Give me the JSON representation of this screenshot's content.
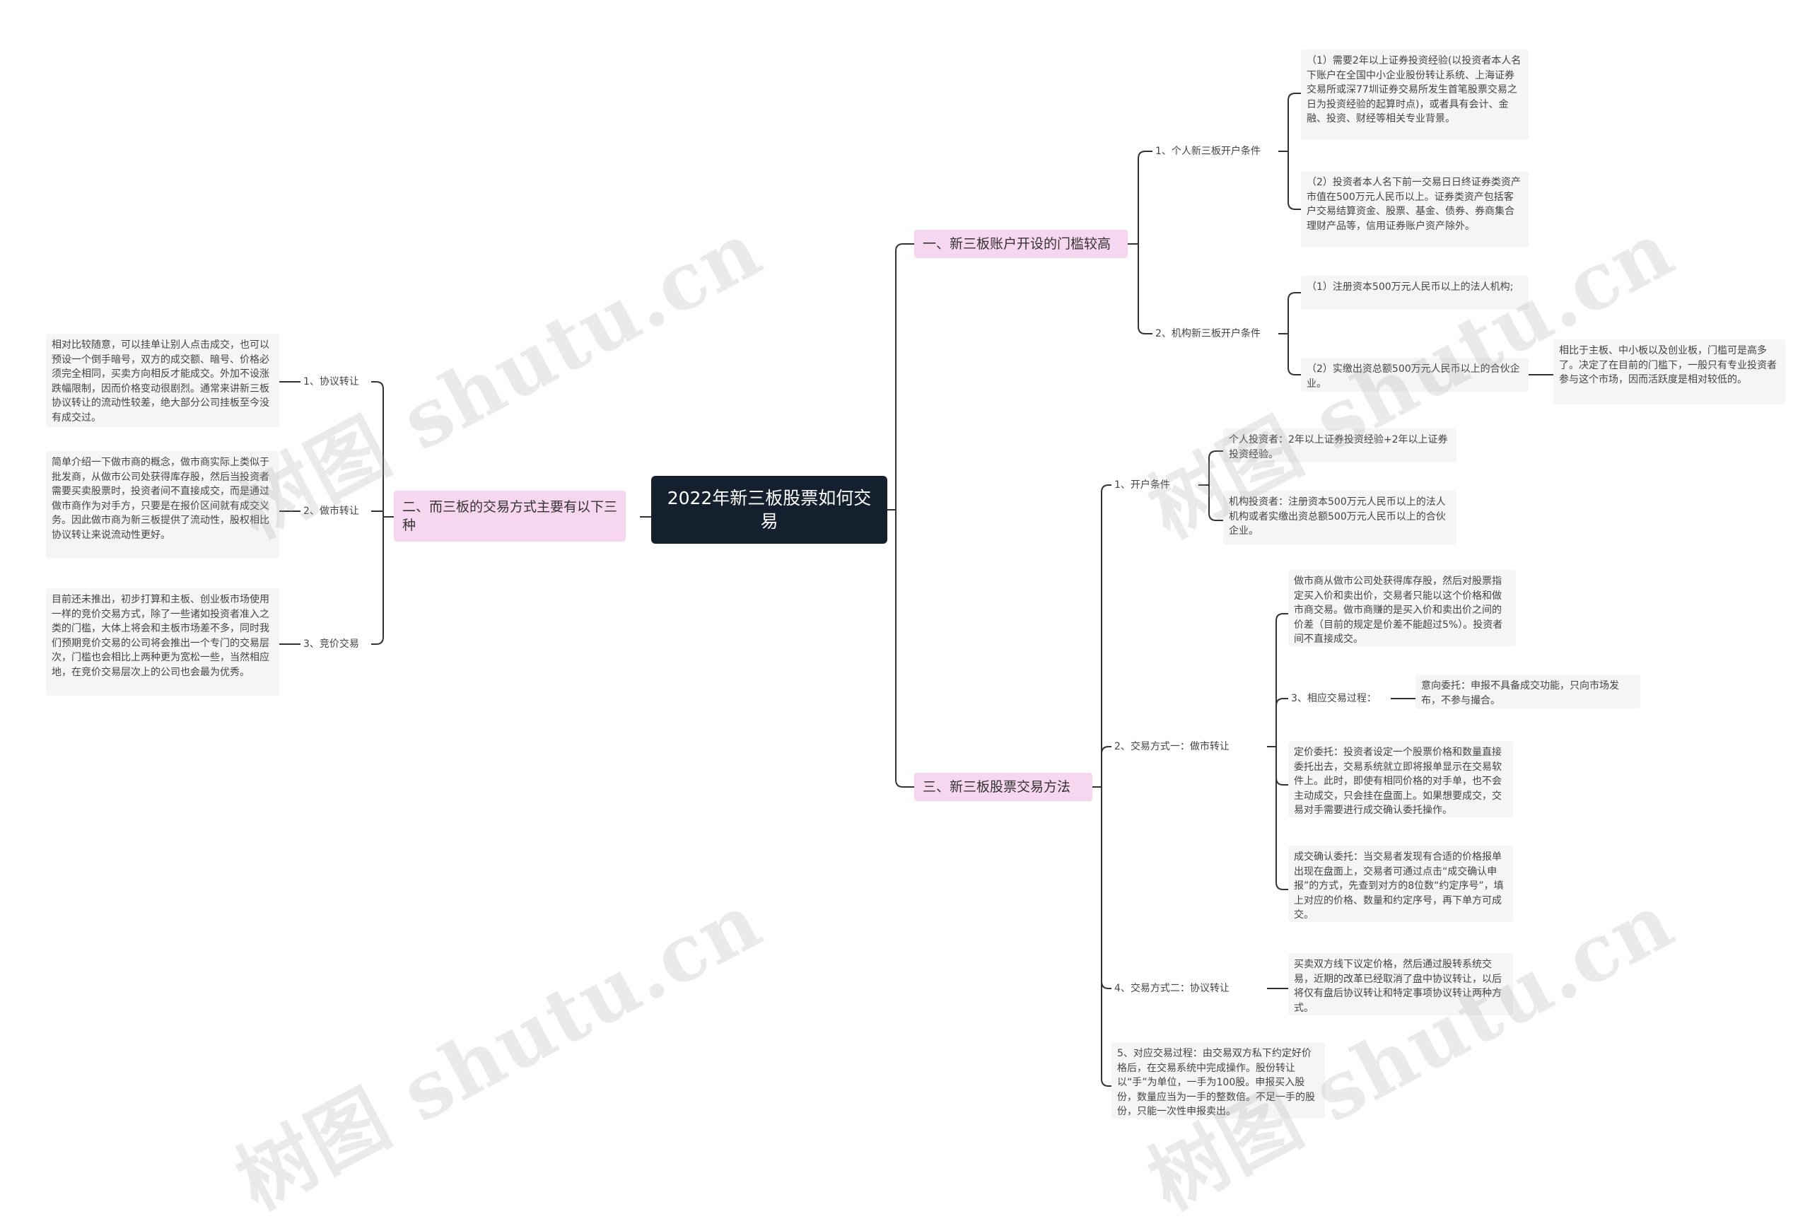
{
  "root": {
    "title": "2022年新三板股票如何交易"
  },
  "branch1": {
    "label": "一、新三板账户开设的门槛较高",
    "personal": {
      "label": "1、个人新三板开户条件",
      "item1": "（1）需要2年以上证券投资经验(以投资者本人名下账户在全国中小企业股份转让系统、上海证券交易所或深77圳证券交易所发生首笔股票交易之日为投资经验的起算时点)，或者具有会计、金融、投资、财经等相关专业背景。",
      "item2": "（2）投资者本人名下前一交易日日终证券类资产市值在500万元人民币以上。证券类资产包括客户交易结算资金、股票、基金、债券、券商集合理财产品等，信用证券账户资产除外。"
    },
    "institution": {
      "label": "2、机构新三板开户条件",
      "item1": "（1）注册资本500万元人民币以上的法人机构;",
      "item2": "（2）实缴出资总额500万元人民币以上的合伙企业。",
      "note": "相比于主板、中小板以及创业板，门槛可是高多了。决定了在目前的门槛下，一般只有专业投资者参与这个市场，因而活跃度是相对较低的。"
    }
  },
  "branch2": {
    "label": "二、而三板的交易方式主要有以下三种",
    "items": [
      {
        "label": "1、协议转让",
        "text": "相对比较随意，可以挂单让别人点击成交，也可以预设一个倒手暗号，双方的成交额、暗号、价格必须完全相同，买卖方向相反才能成交。外加不设涨跌幅限制，因而价格变动很剧烈。通常来讲新三板协议转让的流动性较差，绝大部分公司挂板至今没有成交过。"
      },
      {
        "label": "2、做市转让",
        "text": "简单介绍一下做市商的概念，做市商实际上类似于批发商，从做市公司处获得库存股，然后当投资者需要买卖股票时，投资者间不直接成交，而是通过做市商作为对手方，只要是在报价区间就有成交义务。因此做市商为新三板提供了流动性，股权相比协议转让来说流动性更好。"
      },
      {
        "label": "3、竞价交易",
        "text": "目前还未推出，初步打算和主板、创业板市场使用一样的竞价交易方式，除了一些诸如投资者准入之类的门槛，大体上将会和主板市场差不多，同时我们预期竞价交易的公司将会推出一个专门的交易层次，门槛也会相比上两种更为宽松一些，当然相应地，在竞价交易层次上的公司也会最为优秀。"
      }
    ]
  },
  "branch3": {
    "label": "三、新三板股票交易方法",
    "open": {
      "label": "1、开户条件",
      "personal": "个人投资者：2年以上证券投资经验+2年以上证券投资经验。",
      "institution": "机构投资者：注册资本500万元人民币以上的法人机构或者实缴出资总额500万元人民币以上的合伙企业。"
    },
    "market": {
      "label": "2、交易方式一：做市转让",
      "desc": "做市商从做市公司处获得库存股，然后对股票指定买入价和卖出价，交易者只能以这个价格和做市商交易。做市商赚的是买入价和卖出价之间的价差（目前的规定是价差不能超过5%）。投资者间不直接成交。",
      "process_label": "3、相应交易过程：",
      "intent": "意向委托：申报不具备成交功能，只向市场发布，不参与撮合。",
      "fixed": "定价委托：投资者设定一个股票价格和数量直接委托出去，交易系统就立即将报单显示在交易软件上。此时，即使有相同价格的对手单，也不会主动成交，只会挂在盘面上。如果想要成交，交易对手需要进行成交确认委托操作。",
      "confirm": "成交确认委托：当交易者发现有合适的价格报单出现在盘面上，交易者可通过点击“成交确认申报”的方式，先查到对方的8位数“约定序号”，填上对应的价格、数量和约定序号，再下单方可成交。"
    },
    "agreement": {
      "label": "4、交易方式二：协议转让",
      "desc": "买卖双方线下议定价格，然后通过股转系统交易，近期的改革已经取消了盘中协议转让，以后将仅有盘后协议转让和特定事项协议转让两种方式。"
    },
    "process": {
      "text": "5、对应交易过程：由交易双方私下约定好价格后，在交易系统中完成操作。股份转让以“手”为单位，一手为100股。申报买入股份，数量应当为一手的整数倍。不足一手的股份，只能一次性申报卖出。"
    }
  },
  "watermark": "树图 shutu.cn",
  "colors": {
    "root": "#15202e",
    "branch": "#f7d7ef",
    "leaf": "#f5f5f5",
    "line": "#333333"
  }
}
